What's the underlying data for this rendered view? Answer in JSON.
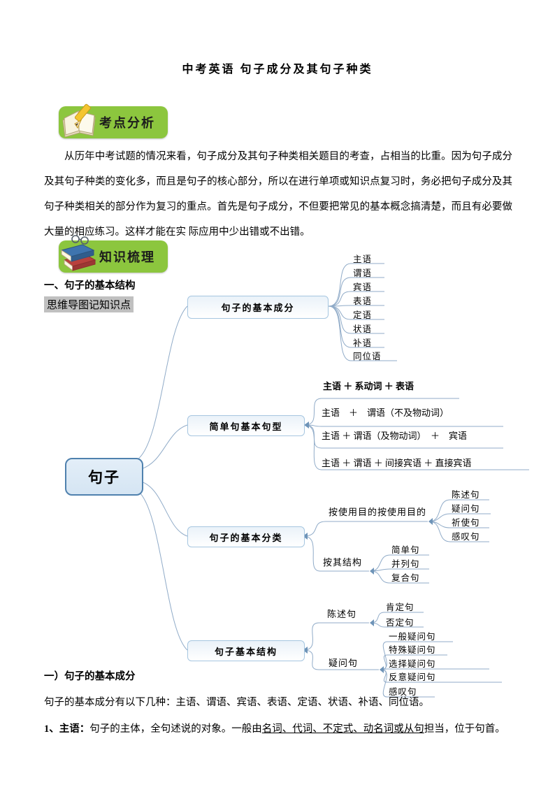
{
  "title": "中考英语 句子成分及其句子种类",
  "analysis": {
    "badge": "考点分析",
    "paragraph": "从历年中考试题的情况来看，句子成分及其句子种类相关题目的考查，占相当的比重。因为句子成分及其句子种类的变化多，而且是句子的核心部分，所以在进行单项或知识点复习时，务必把句子成分及其句子种类相关的部分作为复习的重点。首先是句子成分，不但要把常见的基本概念搞清楚，而且有必要做大量的相应练习。这样才能在实 际应用中少出错或不出错。"
  },
  "knowledge": {
    "badge": "知识梳理",
    "heading": "一、句子的基本结构",
    "tag": "思维导图记知识点"
  },
  "mindmap": {
    "root": "句子",
    "b1": {
      "label": "句子的基本成分",
      "leaves": [
        "主语",
        "谓语",
        "宾语",
        "表语",
        "定语",
        "状语",
        "补语",
        "同位语"
      ]
    },
    "b2": {
      "label": "简单句基本句型",
      "formulas": [
        "主语 ＋ 系动词 ＋ 表语",
        "主语　＋　谓语（不及物动词）",
        "主语 ＋ 谓语（及物动词）　＋　宾语",
        "主语 ＋ 谓语 ＋ 间接宾语 ＋ 直接宾语"
      ]
    },
    "b3": {
      "label": "句子的基本分类",
      "sub1": {
        "label": "按使用目的按使用目的",
        "leaves": [
          "陈述句",
          "疑问句",
          "祈使句",
          "感叹句"
        ]
      },
      "sub2": {
        "label": "按其结构",
        "leaves": [
          "简单句",
          "并列句",
          "复合句"
        ]
      }
    },
    "b4": {
      "label": "句子基本结构",
      "sub1": {
        "label": "陈述句",
        "leaves": [
          "肯定句",
          "否定句"
        ]
      },
      "sub2": {
        "label": "疑问句",
        "leaves": [
          "一般疑问句",
          "特殊疑问句",
          "选择疑问句",
          "反意疑问句",
          "感叹句"
        ]
      }
    }
  },
  "bottom": {
    "heading": "一）句子的基本成分",
    "line1": "句子的基本成分有以下几种：主语、谓语、宾语、表语、定语、状语、补语、同位语。",
    "item1_prefix": "1、主语：",
    "item1_body": "句子的主体，全句述说的对象。一般由",
    "item1_underlined": "名词、代词、不定式、动名词或从句",
    "item1_suffix": "担当，位于句首。"
  },
  "colors": {
    "badge_green": "#8cc63e",
    "line_blue": "#90abc8",
    "node_border": "#a6c6e0",
    "root_border": "#4f81ae",
    "tag_gray": "#c0c0c0"
  }
}
